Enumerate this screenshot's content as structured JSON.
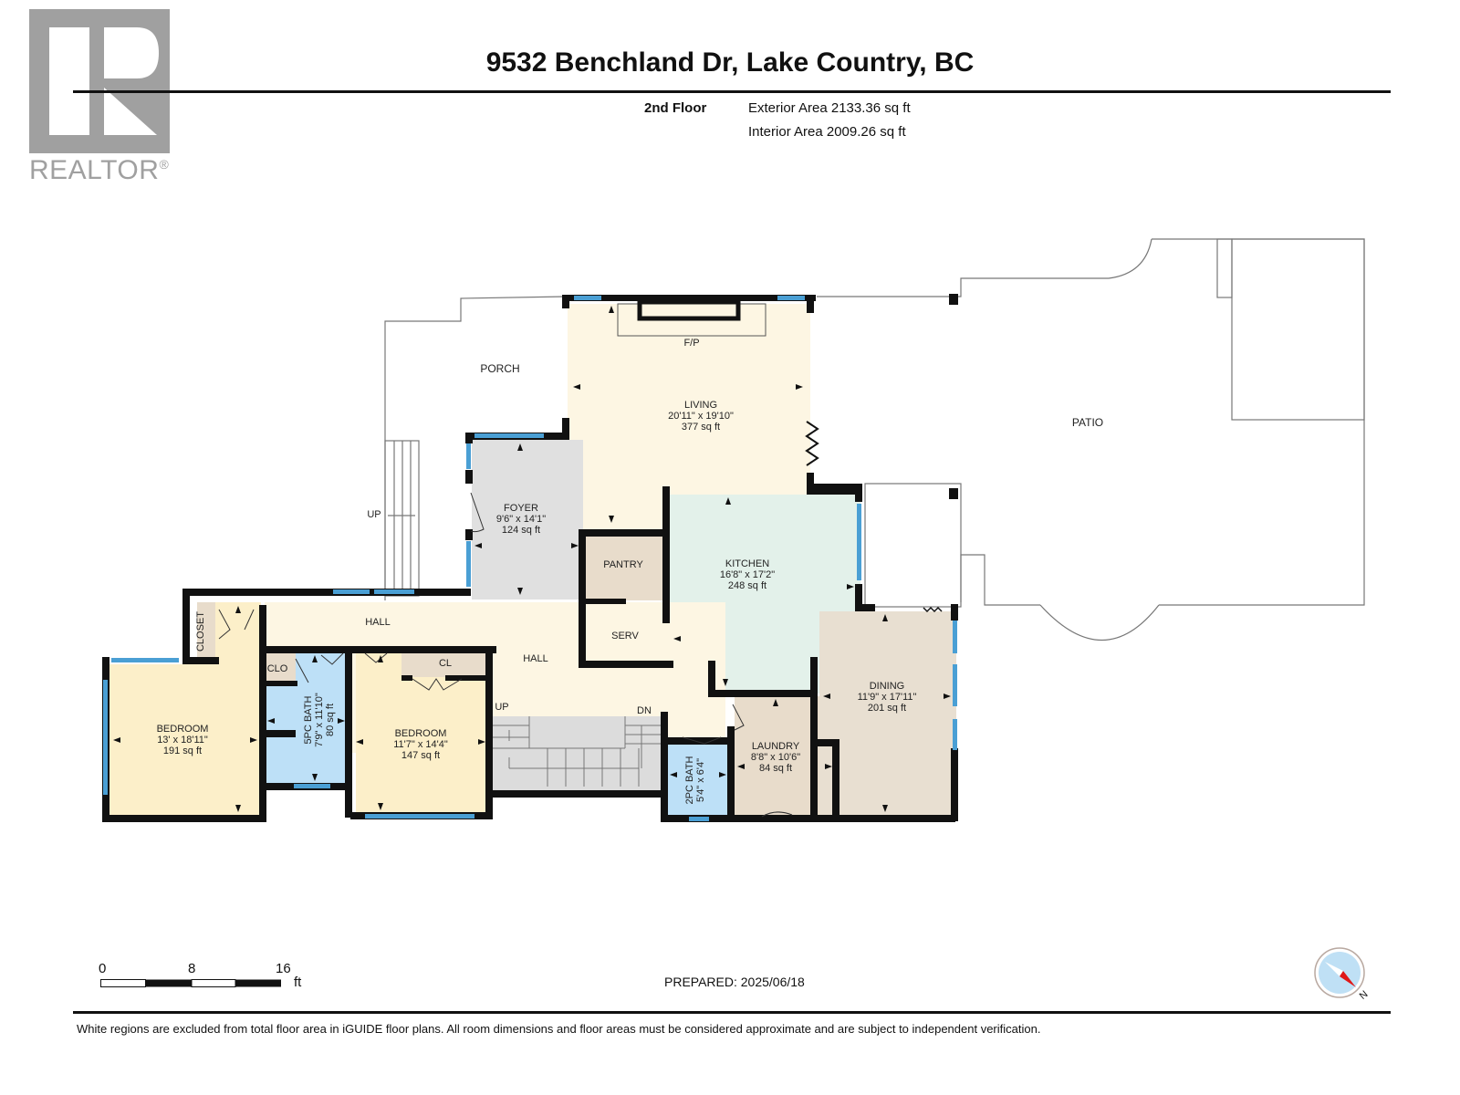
{
  "logo": {
    "text": "REALTOR",
    "mark": "®",
    "color": "#a0a0a0"
  },
  "header": {
    "title": "9532 Benchland Dr, Lake Country, BC",
    "floor": "2nd Floor",
    "exterior_area": "Exterior Area 2133.36 sq ft",
    "interior_area": "Interior Area 2009.26 sq ft"
  },
  "rooms": [
    {
      "name": "PORCH",
      "dims": "",
      "area": ""
    },
    {
      "name": "LIVING",
      "dims": "20'11\" x 19'10\"",
      "area": "377 sq ft"
    },
    {
      "name": "F/P",
      "dims": "",
      "area": ""
    },
    {
      "name": "PATIO",
      "dims": "",
      "area": ""
    },
    {
      "name": "FOYER",
      "dims": "9'6\" x 14'1\"",
      "area": "124 sq ft"
    },
    {
      "name": "KITCHEN",
      "dims": "16'8\" x 17'2\"",
      "area": "248 sq ft"
    },
    {
      "name": "PANTRY",
      "dims": "",
      "area": ""
    },
    {
      "name": "SERV",
      "dims": "",
      "area": ""
    },
    {
      "name": "HALL",
      "dims": "",
      "area": ""
    },
    {
      "name": "HALL",
      "dims": "",
      "area": ""
    },
    {
      "name": "CLOSET",
      "dims": "",
      "area": ""
    },
    {
      "name": "CLO",
      "dims": "",
      "area": ""
    },
    {
      "name": "CL",
      "dims": "",
      "area": ""
    },
    {
      "name": "BEDROOM",
      "dims": "13' x 18'11\"",
      "area": "191 sq ft"
    },
    {
      "name": "5PC BATH",
      "dims": "7'9\" x 11'10\"",
      "area": "80 sq ft"
    },
    {
      "name": "BEDROOM",
      "dims": "11'7\" x 14'4\"",
      "area": "147 sq ft"
    },
    {
      "name": "DINING",
      "dims": "11'9\" x 17'11\"",
      "area": "201 sq ft"
    },
    {
      "name": "LAUNDRY",
      "dims": "8'8\" x 10'6\"",
      "area": "84 sq ft"
    },
    {
      "name": "2PC BATH",
      "dims": "5'4\" x 6'4\"",
      "area": ""
    }
  ],
  "stairs": {
    "up_porch": "UP",
    "up_hall": "UP",
    "down_hall": "DN"
  },
  "colors": {
    "wall": "#111111",
    "window": "#4a9fd4",
    "living": "#fdf6e3",
    "foyer": "#e0e0e0",
    "kitchen": "#e3f1ea",
    "pantry": "#e8dccb",
    "bedroom": "#fcefc9",
    "bath": "#bde0f7",
    "dining": "#e8dfd1",
    "hall": "#fdf6e3"
  },
  "scale": {
    "labels": [
      "0",
      "8",
      "16"
    ],
    "unit": "ft"
  },
  "prepared": "PREPARED: 2025/06/18",
  "compass": {
    "label": "N"
  },
  "footer": {
    "disclaimer": "White regions are excluded from total floor area in iGUIDE floor plans. All room dimensions and floor areas must be considered approximate and are subject to independent verification."
  }
}
